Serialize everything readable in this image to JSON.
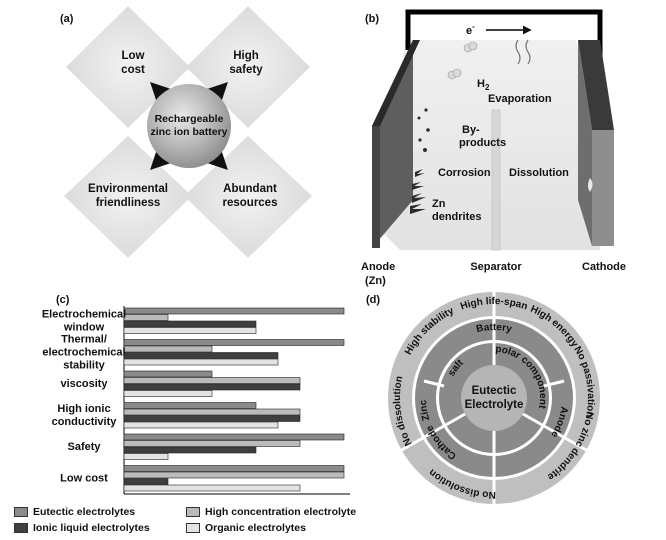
{
  "panel_a": {
    "label": "(a)",
    "center_line1": "Rechargeable",
    "center_line2": "zinc ion battery",
    "top_left_line1": "Low",
    "top_left_line2": "cost",
    "top_right_line1": "High",
    "top_right_line2": "safety",
    "bottom_left_line1": "Environmental",
    "bottom_left_line2": "friendliness",
    "bottom_right_line1": "Abundant",
    "bottom_right_line2": "resources"
  },
  "panel_b": {
    "label": "(b)",
    "electron": "e",
    "electron_sup": "-",
    "h2_main": "H",
    "h2_sub": "2",
    "evaporation": "Evaporation",
    "byproducts_line1": "By-",
    "byproducts_line2": "products",
    "corrosion": "Corrosion",
    "dissolution": "Dissolution",
    "zn_line1": "Zn",
    "zn_line2": "dendrites",
    "anode_line1": "Anode",
    "anode_line2": "(Zn)",
    "separator": "Separator",
    "cathode": "Cathode"
  },
  "panel_c": {
    "label": "(c)",
    "categories": [
      [
        "Electrochemical",
        "window"
      ],
      [
        "Thermal/",
        "electrochemical",
        "stability"
      ],
      [
        "viscosity"
      ],
      [
        "High ionic",
        "conductivity"
      ],
      [
        "Safety"
      ],
      [
        "Low cost"
      ]
    ],
    "legend": {
      "eutectic": "Eutectic electrolytes",
      "ionic": "Ionic liquid electrolytes",
      "high_conc": "High concentration electrolyte",
      "organic": "Organic electrolytes"
    },
    "chart_data": {
      "type": "bar",
      "orientation": "horizontal",
      "categories": [
        "Electrochemical window",
        "Thermal/ electrochemical stability",
        "viscosity",
        "High ionic conductivity",
        "Safety",
        "Low cost"
      ],
      "series": [
        {
          "name": "Eutectic electrolytes",
          "values": [
            5,
            5,
            2,
            3,
            5,
            5
          ]
        },
        {
          "name": "High concentration electrolyte",
          "values": [
            1,
            2,
            4,
            4,
            4,
            5
          ]
        },
        {
          "name": "Ionic liquid electrolytes",
          "values": [
            3,
            3.5,
            4,
            4,
            3,
            1
          ]
        },
        {
          "name": "Organic electrolytes",
          "values": [
            3,
            3.5,
            2,
            3.5,
            1,
            4
          ]
        }
      ],
      "xlim": [
        0,
        5
      ],
      "colors": [
        "#8a8a8a",
        "#bbbbbb",
        "#3f3f3f",
        "#e3e3e3"
      ]
    }
  },
  "panel_d": {
    "label": "(d)",
    "center_line1": "Eutectic",
    "center_line2": "Electrolyte",
    "inner": {
      "battery": "Battery",
      "polar": "polar component",
      "salt": "salt",
      "zinc": "Zinc",
      "anode": "Anode",
      "cathode": "Cathode"
    },
    "outer": {
      "high_lifespan": "High life-span",
      "high_stability": "High stability",
      "high_energy": "High energy",
      "no_passivation": "No passivation",
      "no_zinc_dendrite": "No zinc dendrite",
      "no_dissolution_bottom": "No dissolution",
      "no_dissolution_left": "No dissolution"
    }
  }
}
